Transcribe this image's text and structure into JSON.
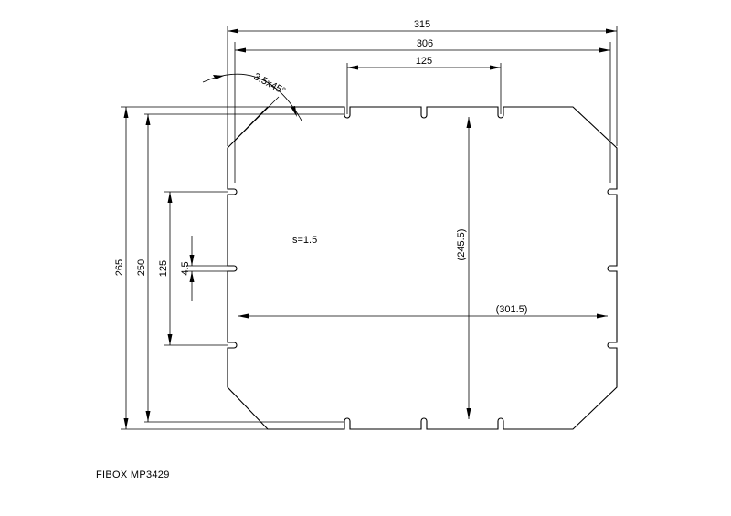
{
  "drawing": {
    "material_thickness": "s=1.5",
    "chamfer": "3.5x45°",
    "dimensions": {
      "overall_width": "315",
      "inner_width": "306",
      "slot_pitch_horizontal": "125",
      "overall_height": "265",
      "inner_height": "250",
      "slot_pitch_vertical": "125",
      "slot_width": "4.5",
      "ref_height": "(245.5)",
      "ref_width": "(301.5)"
    }
  },
  "caption": "FIBOX MP3429"
}
